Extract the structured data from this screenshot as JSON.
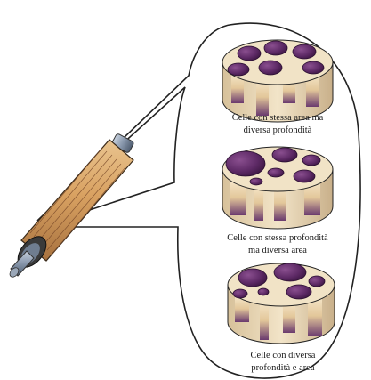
{
  "diagram": {
    "cells": [
      {
        "caption_lines": [
          "Celle con stessa area ma",
          "diversa profondità"
        ]
      },
      {
        "caption_lines": [
          "Celle con stessa profondità",
          "ma diversa area"
        ]
      },
      {
        "caption_lines": [
          "Celle con diversa",
          "profondità e area"
        ]
      }
    ],
    "colors": {
      "cylinder_face": "#f1e3c6",
      "cell_purple": "#5e2a66",
      "cell_dark": "#3a1540",
      "roller_paper": "#d9a262",
      "roller_ink": "#7a4a2a",
      "shaft": "#7d8fa6",
      "outline": "#222222"
    },
    "icons": [
      "anilox-roller-icon",
      "cell-cylinder-icon"
    ]
  }
}
